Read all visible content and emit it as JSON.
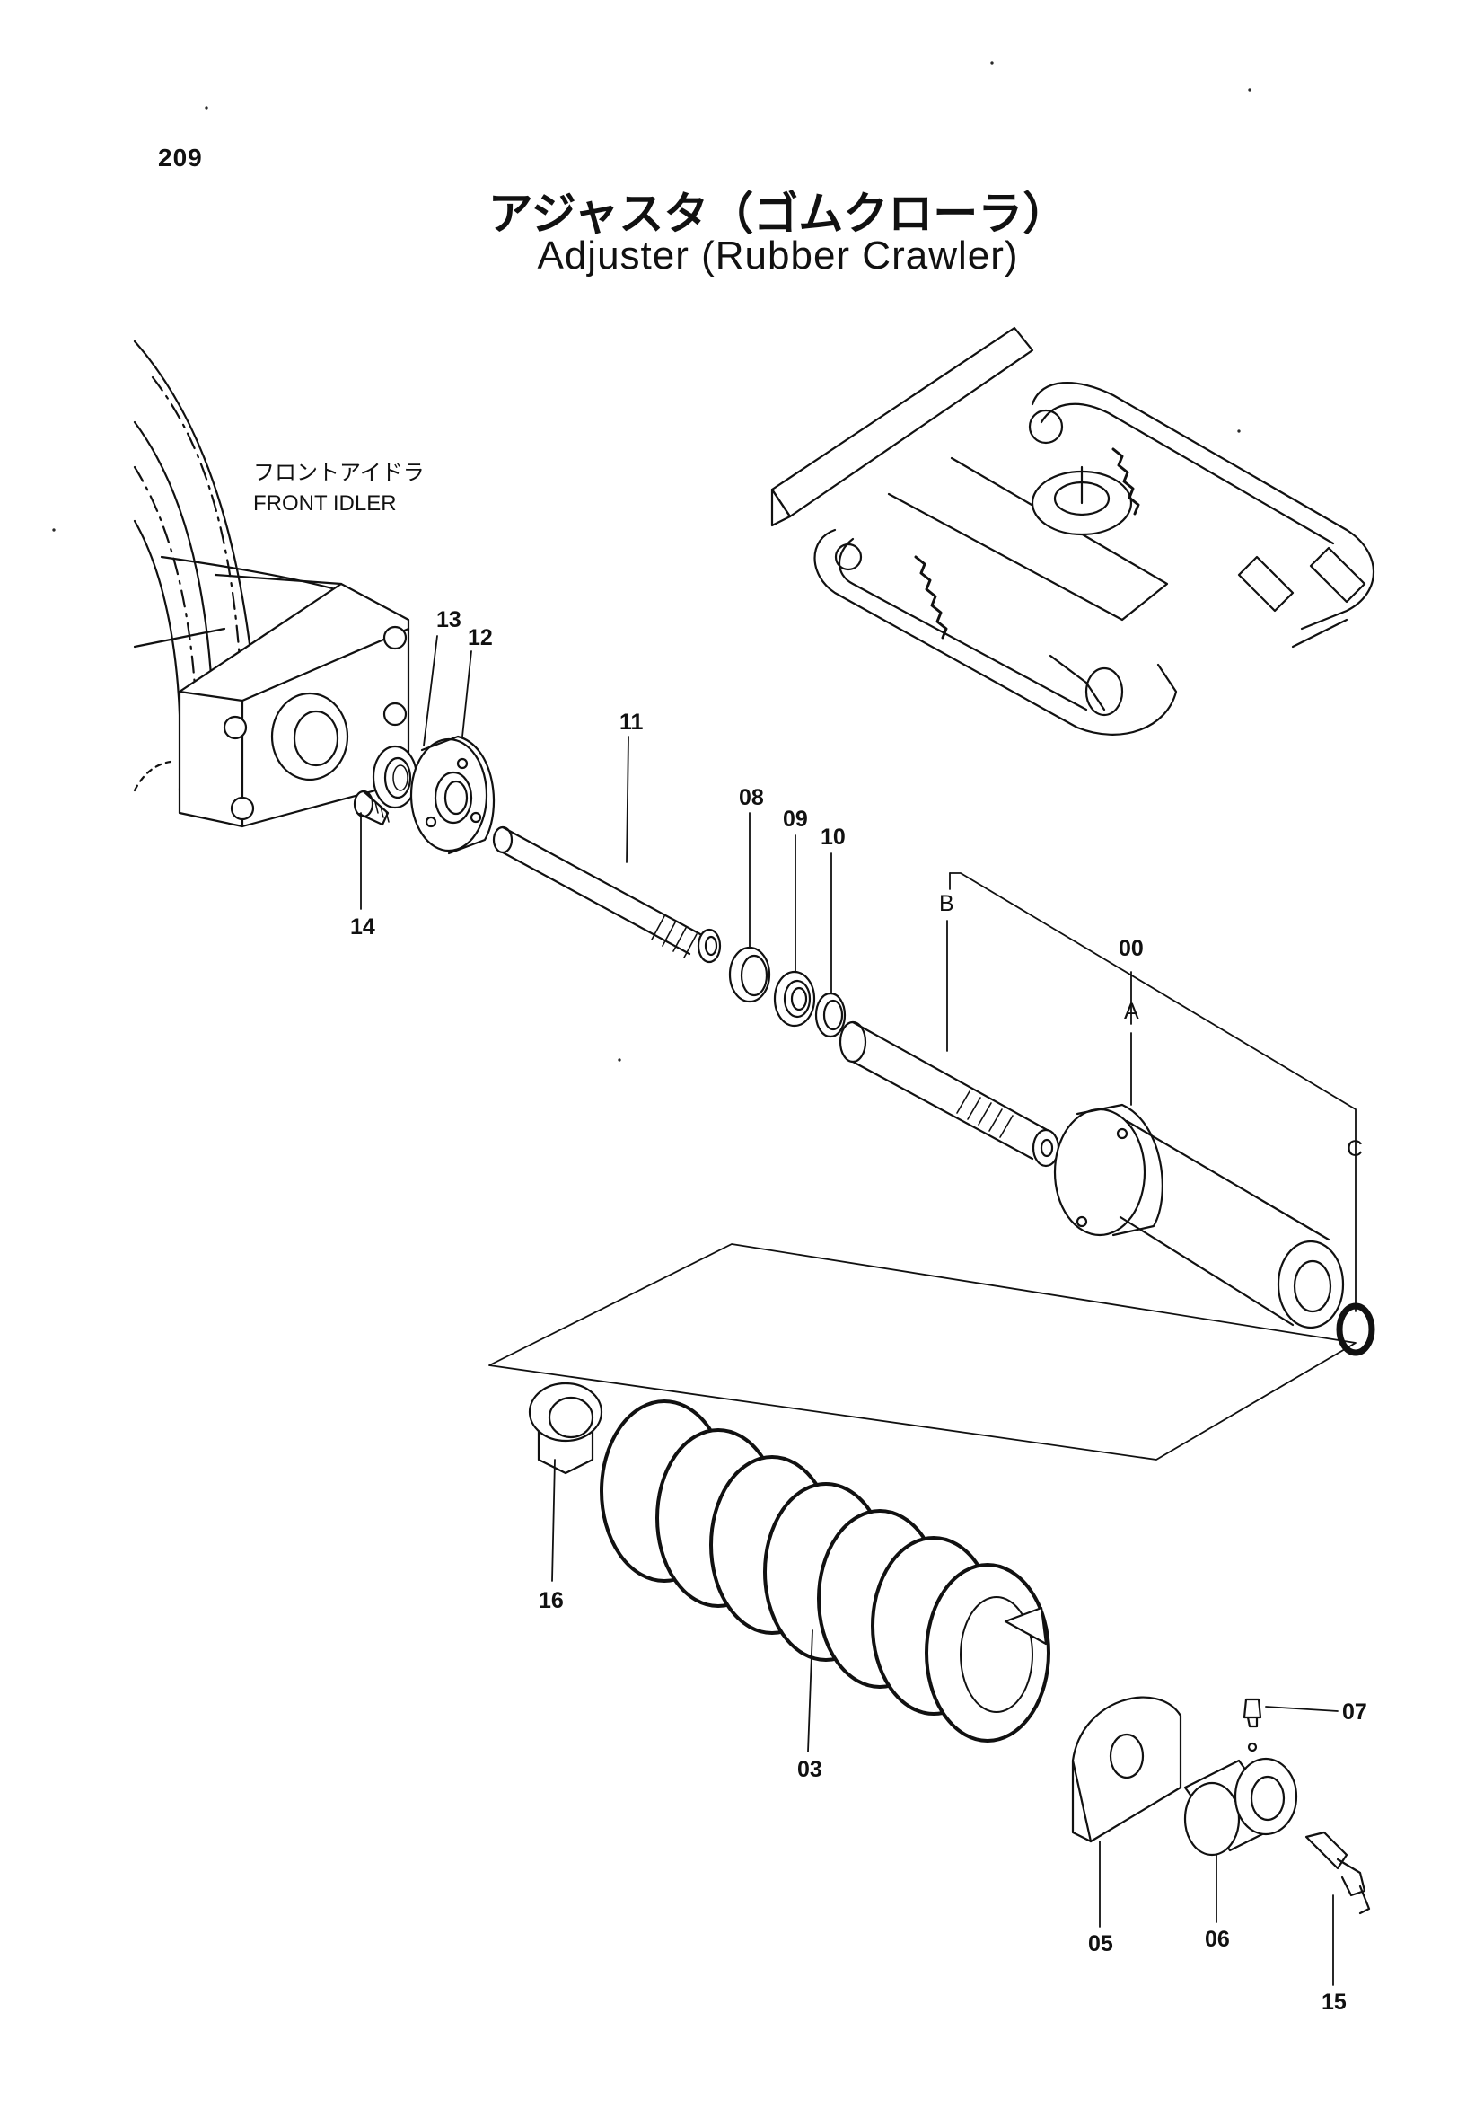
{
  "page": {
    "number": "209"
  },
  "title": {
    "jp": "アジャスタ（ゴムクローラ）",
    "en": "Adjuster (Rubber Crawler)"
  },
  "front_idler": {
    "jp": "フロントアイドラ",
    "en": "FRONT IDLER"
  },
  "callouts": {
    "p00": "00",
    "p03": "03",
    "p05": "05",
    "p06": "06",
    "p07": "07",
    "p08": "08",
    "p09": "09",
    "p10": "10",
    "p11": "11",
    "p12": "12",
    "p13": "13",
    "p14": "14",
    "p15": "15",
    "p16": "16",
    "a": "A",
    "b": "B",
    "c": "C"
  }
}
